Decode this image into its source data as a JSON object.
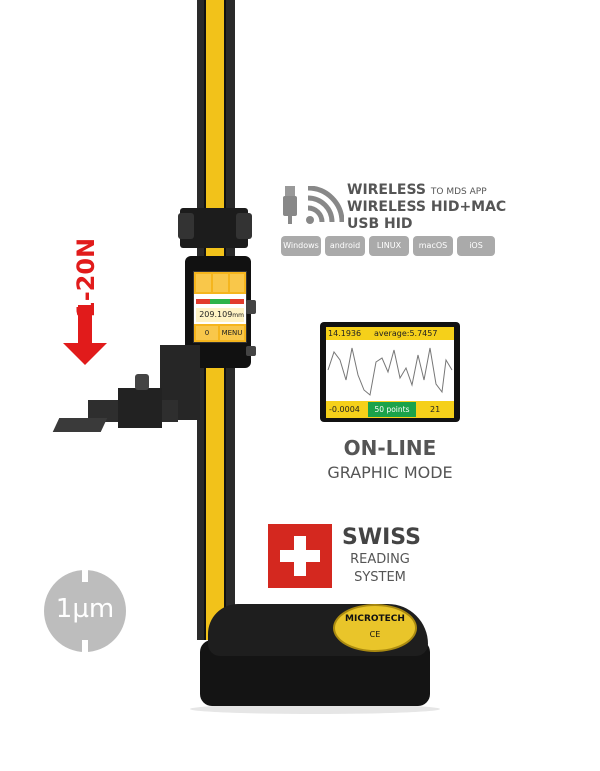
{
  "product": {
    "brand": "MICROTECH",
    "badge_sub": "CE",
    "force": "1-20N",
    "resolution": "1µm"
  },
  "device_display": {
    "value": "209.109",
    "unit": "mm",
    "zero_label": "0",
    "menu_label": "MENU"
  },
  "connectivity": {
    "line1": "WIRELESS",
    "line1_small": "TO MDS APP",
    "line2": "WIRELESS HID+MAC",
    "line3": "USB HID",
    "os": [
      "Windows",
      "android",
      "LINUX",
      "macOS",
      "iOS"
    ],
    "icons": [
      "usb-icon",
      "wifi-icon"
    ]
  },
  "graph_screen": {
    "current": "14.1936",
    "average": "average:5.7457",
    "min": "-0.0004",
    "points_label": "50 points",
    "count": "21"
  },
  "online": {
    "title": "ON-LINE",
    "subtitle": "GRAPHIC MODE"
  },
  "swiss": {
    "title": "SWISS",
    "line1": "READING",
    "line2": "SYSTEM"
  },
  "colors": {
    "yellow": "#f2c21a",
    "red": "#e11b1b",
    "swiss_red": "#d4281f",
    "green": "#1aa34a"
  }
}
